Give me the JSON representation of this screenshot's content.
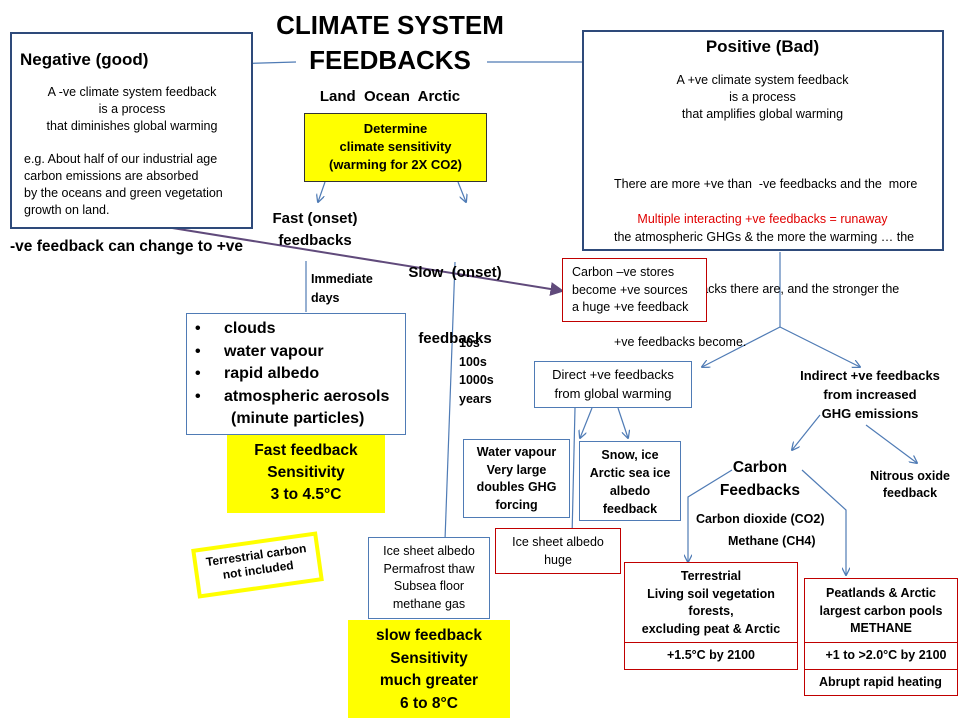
{
  "title": [
    "CLIMATE SYSTEM",
    "FEEDBACKS"
  ],
  "negative": {
    "heading": "Negative (good)",
    "definition": [
      "A -ve climate system feedback",
      "is a process",
      "that diminishes global warming"
    ],
    "example": [
      "e.g. About half of our industrial age",
      "carbon emissions  are absorbed",
      "by the oceans and green vegetation",
      "growth on land."
    ],
    "change_note": "-ve feedback can change to +ve"
  },
  "positive": {
    "heading": "Positive (Bad)",
    "definition": [
      "A +ve climate system feedback",
      "is a process",
      "that amplifies global warming"
    ],
    "detail": [
      "There are more +ve than  -ve feedbacks and the  more",
      "the atmospheric GHGs & the more the warming … the",
      "more +ve feedbacks there are, and the stronger the",
      "+ve feedbacks become."
    ],
    "runaway": "Multiple interacting +ve feedbacks = runaway"
  },
  "domains": "Land  Ocean  Arctic",
  "sensitivity_box": [
    "Determine",
    "climate sensitivity",
    "(warming for 2X CO2)"
  ],
  "fast": {
    "heading": [
      "Fast (onset)",
      "feedbacks"
    ],
    "timescale": [
      "Immediate",
      "days"
    ],
    "items": [
      "clouds",
      "water vapour",
      "rapid albedo",
      "atmospheric aerosols"
    ],
    "items_note": "(minute particles)",
    "bullet": "•",
    "sensitivity": [
      "Fast feedback",
      "Sensitivity",
      "3 to 4.5°C"
    ]
  },
  "slow": {
    "heading": [
      "Slow  (onset)",
      "feedbacks"
    ],
    "timescale": [
      "10s",
      "100s",
      "1000s",
      "years"
    ],
    "items": [
      "Ice sheet albedo",
      "Permafrost thaw",
      "Subsea floor",
      "methane gas"
    ],
    "sensitivity": [
      "slow feedback",
      "Sensitivity",
      "much greater",
      "6 to 8°C"
    ]
  },
  "terrestrial_note": [
    "Terrestrial carbon",
    "not included"
  ],
  "carbon_stores": [
    "Carbon –ve stores",
    "become +ve sources",
    "a huge +ve feedback"
  ],
  "direct": {
    "heading": [
      "Direct +ve feedbacks",
      "from global warming"
    ],
    "water_vapour": [
      "Water vapour",
      "Very large",
      "doubles GHG",
      "forcing"
    ],
    "snow_ice": [
      "Snow, ice",
      "Arctic sea ice",
      "albedo",
      "feedback"
    ],
    "ice_sheet": [
      "Ice sheet albedo",
      "huge"
    ]
  },
  "indirect": {
    "heading": [
      "Indirect +ve feedbacks",
      "from increased",
      "GHG emissions"
    ],
    "carbon_feedbacks": [
      "Carbon",
      "Feedbacks"
    ],
    "co2": "Carbon dioxide (CO2)",
    "ch4": "Methane (CH4)",
    "nitrous": [
      "Nitrous oxide",
      "feedback"
    ],
    "terrestrial": [
      "Terrestrial",
      "Living soil vegetation",
      "forests,",
      "excluding peat & Arctic"
    ],
    "terrestrial_value": "+1.5°C by 2100",
    "peatlands": [
      "Peatlands & Arctic",
      "largest carbon pools",
      "METHANE"
    ],
    "peatlands_value": "+1 to >2.0°C  by 2100",
    "abrupt": "Abrupt rapid heating"
  },
  "colors": {
    "dark_border": "#2e4a7a",
    "blue_border": "#4f7bb5",
    "red_border": "#c00000",
    "yellow": "#ffff00",
    "purple_arrow": "#604a7b",
    "red_text": "#e00000"
  }
}
